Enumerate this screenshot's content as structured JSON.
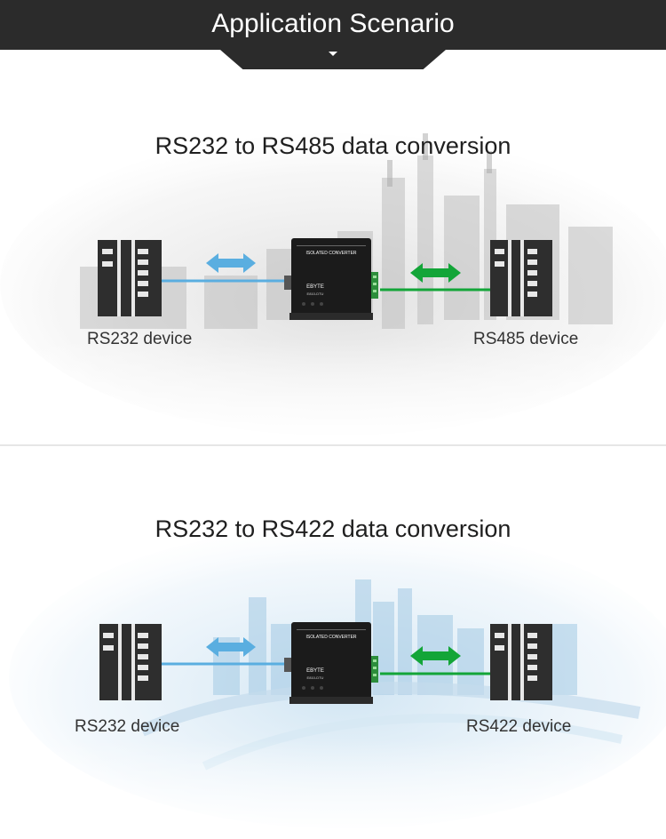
{
  "header": {
    "title": "Application Scenario"
  },
  "sections": [
    {
      "title": "RS232 to RS485 data conversion",
      "left_device": "RS232 device",
      "right_device": "RS485 device",
      "background": "industrial-plant",
      "left_link_color": "#5aaee0",
      "right_link_color": "#13a538"
    },
    {
      "title": "RS232 to RS422 data conversion",
      "left_device": "RS232 device",
      "right_device": "RS422 device",
      "background": "city-skyline",
      "left_link_color": "#5aaee0",
      "right_link_color": "#13a538"
    }
  ],
  "converter": {
    "brand": "EBYTE",
    "model": "E810-DTU",
    "label": "ISOLATED CONVERTER"
  }
}
